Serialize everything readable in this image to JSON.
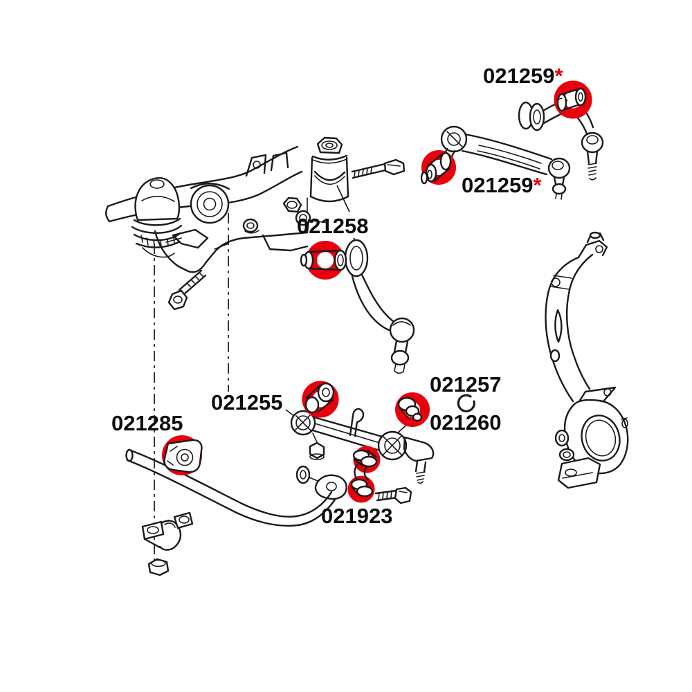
{
  "diagram": {
    "type": "suspension-parts-line-drawing",
    "background_color": "#ffffff",
    "line_color": "#1a1a1a",
    "highlight_color": "#e8000d",
    "parts": [
      {
        "id": "upper-arm-rear-bushing",
        "number": "021259",
        "marker": "*",
        "highlighted": true
      },
      {
        "id": "upper-arm-front-bushing",
        "number": "021259",
        "marker": "*",
        "highlighted": true
      },
      {
        "id": "lower-rear-arm-bushing",
        "number": "021258",
        "marker": "",
        "highlighted": true
      },
      {
        "id": "lower-front-arm-front-bushing",
        "number": "021255",
        "marker": "",
        "highlighted": true
      },
      {
        "id": "snap-ring",
        "number": "021257",
        "marker": "",
        "highlighted": false
      },
      {
        "id": "lower-front-arm-rear-bushing",
        "number": "021260",
        "marker": "",
        "highlighted": true
      },
      {
        "id": "anti-roll-bar-bushing",
        "number": "021285",
        "marker": "",
        "highlighted": true
      },
      {
        "id": "drop-link-bushings",
        "number": "021923",
        "marker": "",
        "highlighted": true
      }
    ]
  }
}
